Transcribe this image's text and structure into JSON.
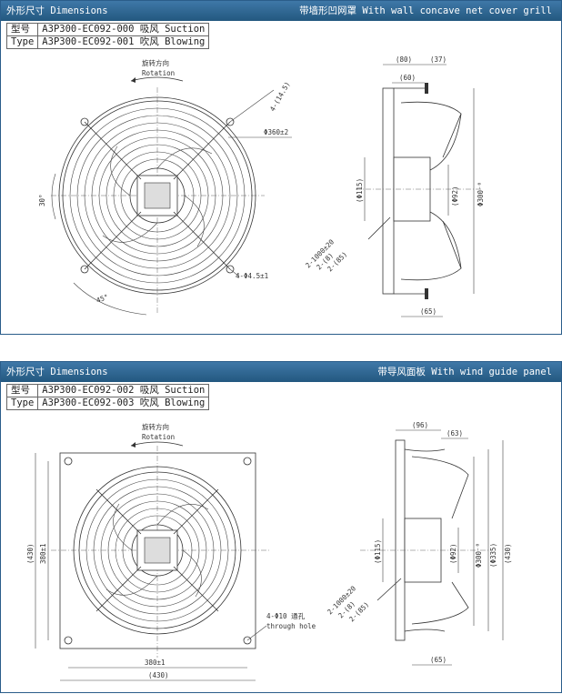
{
  "panel1": {
    "header_left": "外形尺寸 Dimensions",
    "header_right": "带墙形凹网罩 With wall concave net cover grill",
    "type_label_cn": "型号",
    "type_label_en": "Type",
    "model_1": "A3P300-EC092-000 吸风 Suction",
    "model_2": "A3P300-EC092-001 吹风 Blowing",
    "rotation_cn": "旋转方向",
    "rotation_en": "Rotation",
    "dims": {
      "slot": "4-(14.5)",
      "diameter_360": "Φ360±2",
      "angle_30": "30°",
      "angle_45": "45°",
      "hole": "4-Φ4.5±1",
      "d80": "(80)",
      "d37": "(37)",
      "d60": "(60)",
      "d115": "(Φ115)",
      "d92": "(Φ92)",
      "d300": "Φ300⁻⁰",
      "d65": "(65)",
      "cable": "2-1000±20",
      "c8": "2-(8)",
      "c85": "2-(85)"
    }
  },
  "panel2": {
    "header_left": "外形尺寸 Dimensions",
    "header_right": "带导风面板 With wind guide panel",
    "type_label_cn": "型号",
    "type_label_en": "Type",
    "model_1": "A3P300-EC092-002 吸风 Suction",
    "model_2": "A3P300-EC092-003 吹风 Blowing",
    "rotation_cn": "旋转方向",
    "rotation_en": "Rotation",
    "dims": {
      "h430": "(430)",
      "h380": "380±1",
      "w380": "380±1",
      "w430": "(430)",
      "through_cn": "4-Φ10 通孔",
      "through_en": "through hole",
      "d96": "(96)",
      "d63": "(63)",
      "d115": "(Φ115)",
      "d92": "(Φ92)",
      "d300": "Φ300⁻⁰",
      "d335": "(Φ335)",
      "d430": "(430)",
      "d65": "(65)",
      "cable": "2-1000±20",
      "c8": "2-(8)",
      "c85": "2-(85)"
    }
  }
}
